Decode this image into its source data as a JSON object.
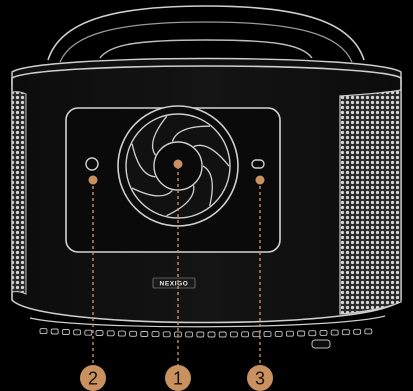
{
  "product": {
    "brand_logo": "NEXIGO",
    "accent_color": "#c8915f"
  },
  "callouts": [
    {
      "id": "lens",
      "label": "1"
    },
    {
      "id": "left-sensor",
      "label": "2"
    },
    {
      "id": "right-sensor",
      "label": "3"
    }
  ]
}
